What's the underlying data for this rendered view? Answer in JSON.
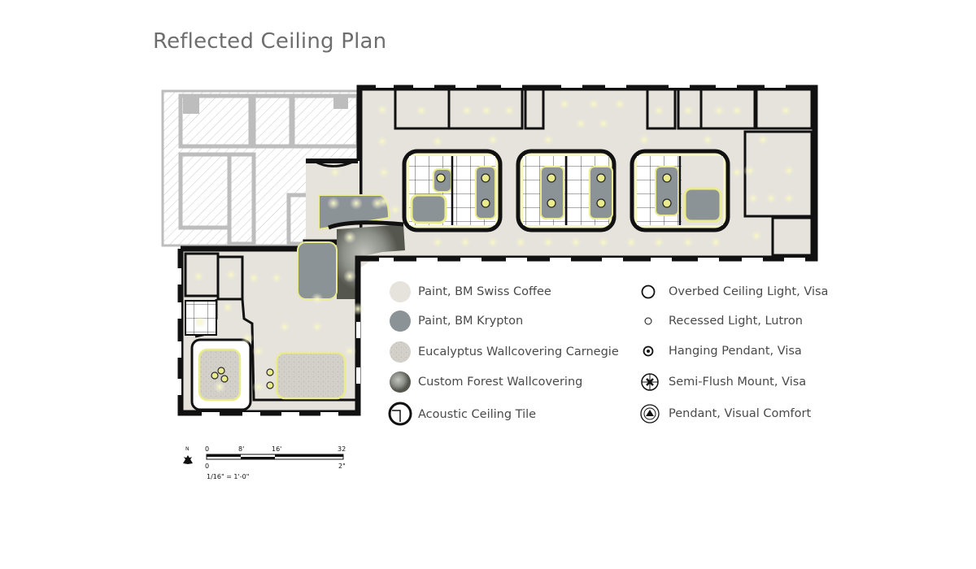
{
  "title": "Reflected Ceiling Plan",
  "colors": {
    "swiss_coffee": "#e6e3dc",
    "krypton": "#8c9396",
    "carnegie": "#d5d2cb",
    "forest": "#8f918c",
    "wall": "#111111",
    "adjacent_space": "#cfcfcf",
    "glow": "#f2f48a"
  },
  "legend_left": [
    {
      "label": "Paint, BM Swiss Coffee",
      "swatch": "swiss-coffee"
    },
    {
      "label": "Paint, BM Krypton",
      "swatch": "krypton"
    },
    {
      "label": "Eucalyptus Wallcovering Carnegie",
      "swatch": "carnegie"
    },
    {
      "label": "Custom Forest Wallcovering",
      "swatch": "forest"
    },
    {
      "label": "Acoustic Ceiling Tile",
      "swatch": "acoustic-tile"
    }
  ],
  "legend_right": [
    {
      "label": "Overbed Ceiling Light, Visa",
      "icon": "overbed-ceiling-light-icon"
    },
    {
      "label": "Recessed Light, Lutron",
      "icon": "recessed-light-icon"
    },
    {
      "label": "Hanging Pendant, Visa",
      "icon": "hanging-pendant-icon"
    },
    {
      "label": "Semi-Flush Mount, Visa",
      "icon": "semi-flush-mount-icon"
    },
    {
      "label": "Pendant, Visual Comfort",
      "icon": "pendant-visual-comfort-icon"
    }
  ],
  "scale": {
    "north": "N",
    "ticks_top": [
      "0",
      "8'",
      "16'",
      "32"
    ],
    "ticks_bottom": [
      "0",
      "2\""
    ],
    "ratio": "1/16\" = 1'-0\""
  }
}
